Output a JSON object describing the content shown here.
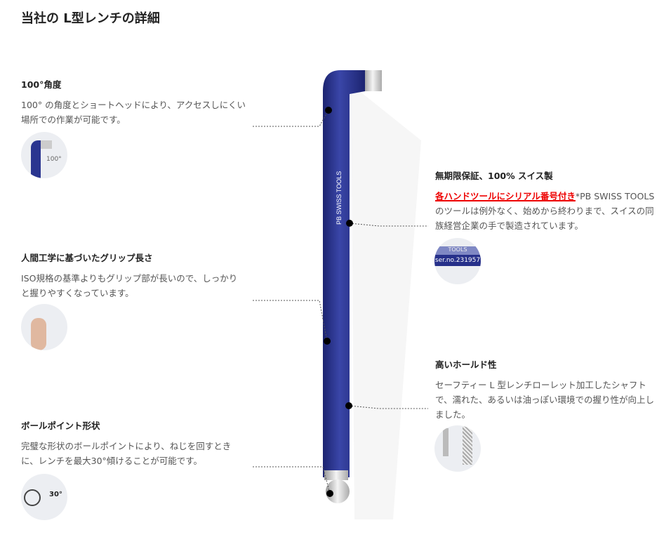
{
  "title": "当社の L型レンチの詳細",
  "features": [
    {
      "heading": "100°角度",
      "body": "100° の角度とショートヘッドにより、アクセスしにくい場所での作業が可能です。",
      "thumb_label": "100°"
    },
    {
      "heading": "人間工学に基づいたグリップ長さ",
      "body": "ISO規格の基準よりもグリップ部が長いので、しっかりと握りやすくなっています。"
    },
    {
      "heading": "ボールポイント形状",
      "body": "完璧な形状のボールポイントにより、ねじを回すときに、レンチを最大30°傾けることが可能です。",
      "thumb_label": "30°"
    },
    {
      "heading": "無期限保証、100% スイス製",
      "highlight": "各ハンドツールにシリアル番号付き",
      "body": "*PB SWISS TOOLSのツールは例外なく、始めから終わりまで、スイスの同族経営企業の手で製造されています。",
      "thumb_label": "ser.no.231957",
      "thumb_label2": "TOOLS"
    },
    {
      "heading": "高いホールド性",
      "body": "セーフティー L 型レンチローレット加工したシャフトで、濡れた、あるいは油っぽい環境での握り性が向上しました。"
    }
  ],
  "wrench": {
    "brand": "PB SWISS TOOLS",
    "color": "#2a3590"
  }
}
